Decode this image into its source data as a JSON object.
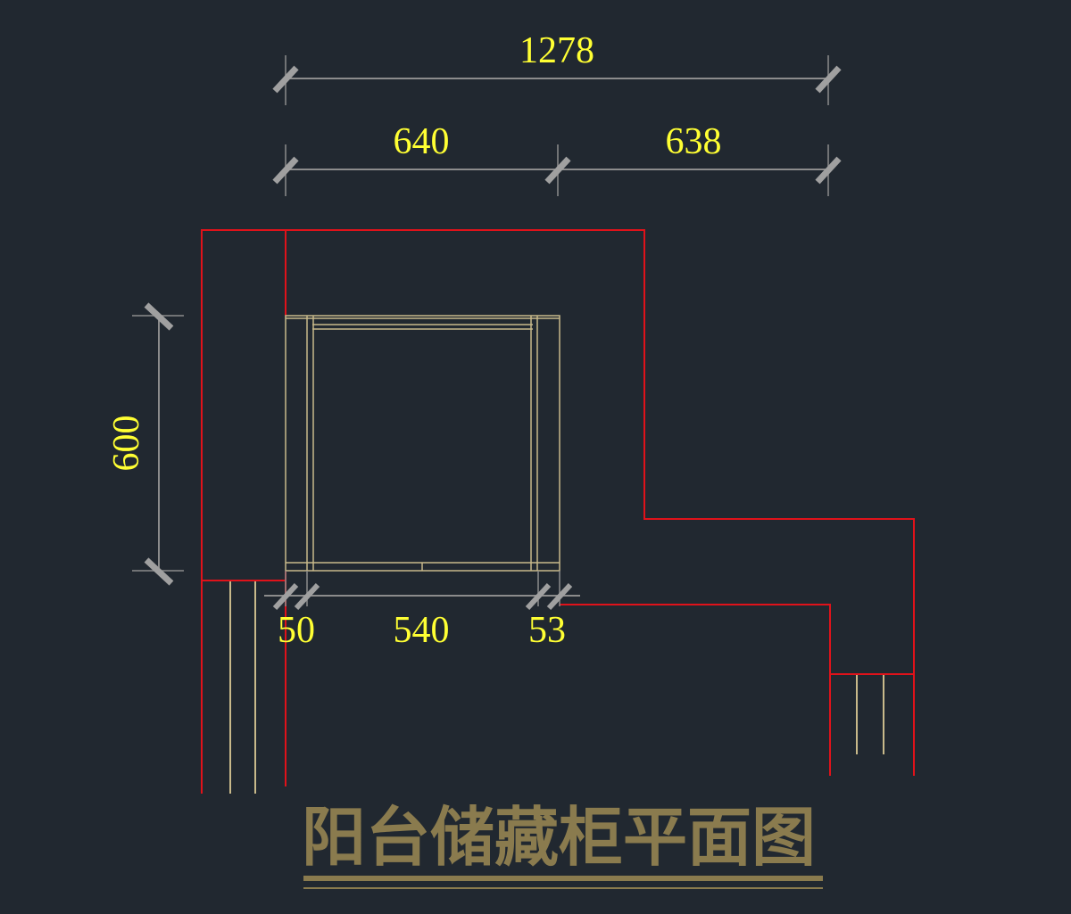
{
  "title": "阳台储藏柜平面图",
  "dimensions": {
    "overall_width": "1278",
    "left_width": "640",
    "right_width": "638",
    "height": "600",
    "left_panel": "50",
    "inner_width": "540",
    "right_panel": "53"
  },
  "colors": {
    "background": "#212830",
    "wall": "#e0121a",
    "cabinet": "#c8b98a",
    "dimension_line": "#8c8c8c",
    "tick": "#a0a0a0",
    "dimension_text": "#ffff33",
    "title": "#8a7b4e"
  }
}
